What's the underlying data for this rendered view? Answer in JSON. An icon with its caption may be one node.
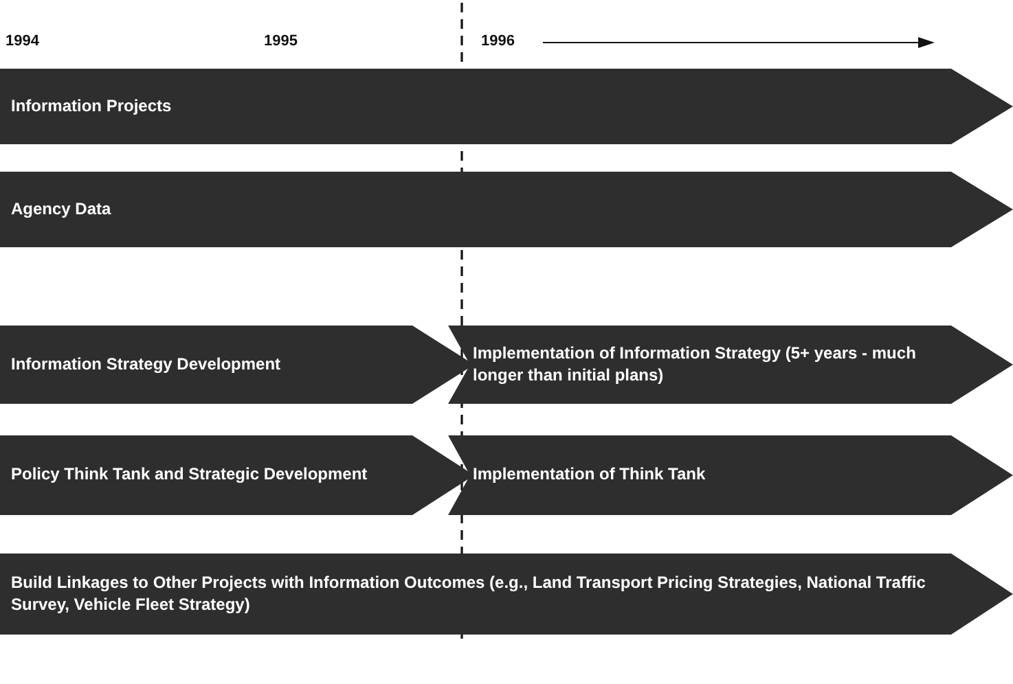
{
  "diagram": {
    "nodes": [
      {
        "text": [
          "Information Projects"
        ]
      },
      {
        "text": [
          "Agency Data"
        ]
      },
      {
        "text": [
          "Information Strategy Development"
        ]
      },
      {
        "text": [
          "Implementation of Information Strategy (5+ years - much longer than initial plans)"
        ]
      },
      {
        "text": [
          "Policy Think Tank and Strategic Development"
        ]
      },
      {
        "text": [
          "Implementation of Think Tank"
        ]
      },
      {
        "text": [
          "Build Linkages to Other Projects with Information Outcomes (e.g., Land Transport Pricing Strategies, National Traffic Survey, Vehicle Fleet Strategy)"
        ]
      }
    ],
    "labels": [
      "1994",
      "1995",
      "1996"
    ]
  }
}
